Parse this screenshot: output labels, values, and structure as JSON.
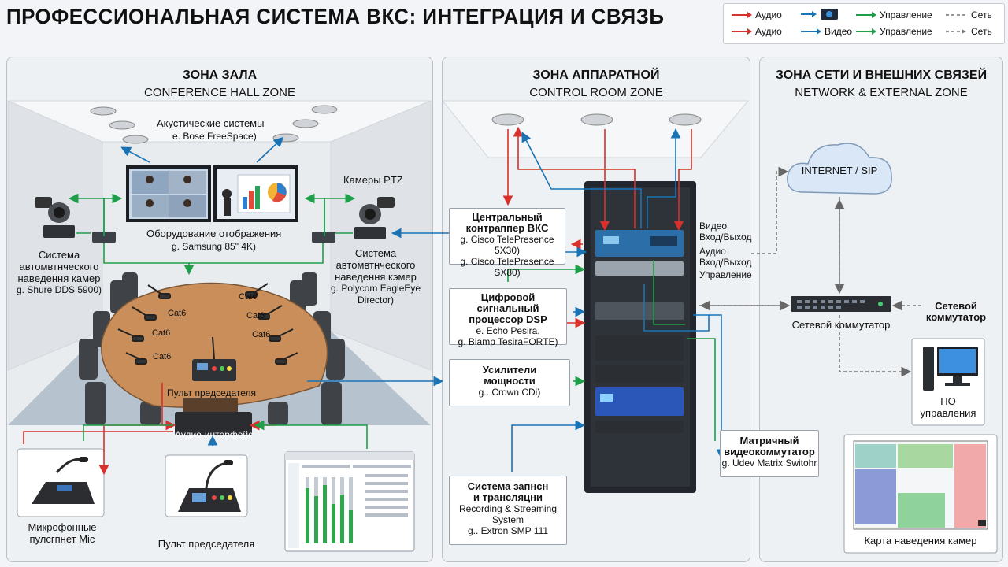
{
  "title": "ПРОФЕССИОНАЛЬНАЯ СИСТЕМА ВКС:  ИНТЕГРАЦИЯ И СВЯЗЬ",
  "legend": {
    "row1": [
      "Аудио",
      "Управление",
      "Сеть"
    ],
    "row2": [
      "Аудио",
      "Видео",
      "Управление",
      "Сеть"
    ],
    "colors": {
      "audio": "#d8302a",
      "video": "#1a73b5",
      "control": "#1f9e4a",
      "network": "#777777"
    }
  },
  "zones": {
    "hall": {
      "title": "ЗОНА ЗАЛА",
      "subtitle": "CONFERENCE HALL ZONE"
    },
    "control": {
      "title": "ЗОНА АППАРАТНОЙ",
      "subtitle": "CONTROL ROOM ZONE"
    },
    "network": {
      "title": "ЗОНА СЕТИ И ВНЕШНИХ СВЯЗЕЙ",
      "subtitle": "NETWORK & EXTERNAL ZONE"
    }
  },
  "hall": {
    "speakers": {
      "label": "Акустические системы",
      "model": "e. Bose FreeSpace)"
    },
    "displays": {
      "label": "Оборудование отображения",
      "model": "g. Samsung 85\" 4K)"
    },
    "ptz": {
      "label": "Камеры PTZ"
    },
    "tracking_left": {
      "line1": "Система",
      "line2": "автомвтнческого",
      "line3": "навeдeння камер",
      "model": "g. Shure DDS 5900)"
    },
    "tracking_right": {
      "line1": "Система",
      "line2": "автомвтнческого",
      "line3": "наведення кэмер",
      "model": "g. Polycom EagleEye",
      "model2": "Director)"
    },
    "cat_labels": [
      "Cat6",
      "Cat6",
      "Cat6",
      "Cat6",
      "Cat6",
      "Cat6"
    ],
    "chairman": "Пульт председателя",
    "audio_interface": "Аудио-интерфейс",
    "mic_label": "Микрофонные",
    "mic_label2": "пулсгпнет Mic",
    "chairman2": "Пульт председателя"
  },
  "control": {
    "codec": {
      "t1": "Центральный",
      "t2": "контраппер ВКС",
      "m1": "g. Cisco TelePresence 5X30)",
      "m2": "g. Cisco TelePresence SX80)"
    },
    "dsp": {
      "t1": "Цифровой сигнальный",
      "t2": "процессор DSP",
      "m1": "e. Echo Pesira,",
      "m2": "g. Biamp TesiraFORTE)"
    },
    "amp": {
      "t1": "Усилители",
      "t2": "мощности",
      "m1": "g.. Crown CDi)"
    },
    "rec": {
      "t1": "Система запнсн",
      "t2": "и трансляцни",
      "m1": "Recording & Streaming",
      "m2": "System",
      "m3": "g.. Extron SMP 111"
    },
    "matrix": {
      "t1": "Матричный",
      "t2": "видеокоммутатор",
      "m1": "g. Udev Matrix Switohr"
    },
    "rack_labels": [
      "Видео",
      "Вход/Выход",
      "Аудио",
      "Вход/Выход",
      "Управление"
    ]
  },
  "network": {
    "cloud": "INTERNET / SIP",
    "switch": "Сетевой коммутатор",
    "switch2": "Сетевой коммутатор",
    "software": "ПО",
    "software2": "управления",
    "map": "Карта наведения камер"
  }
}
